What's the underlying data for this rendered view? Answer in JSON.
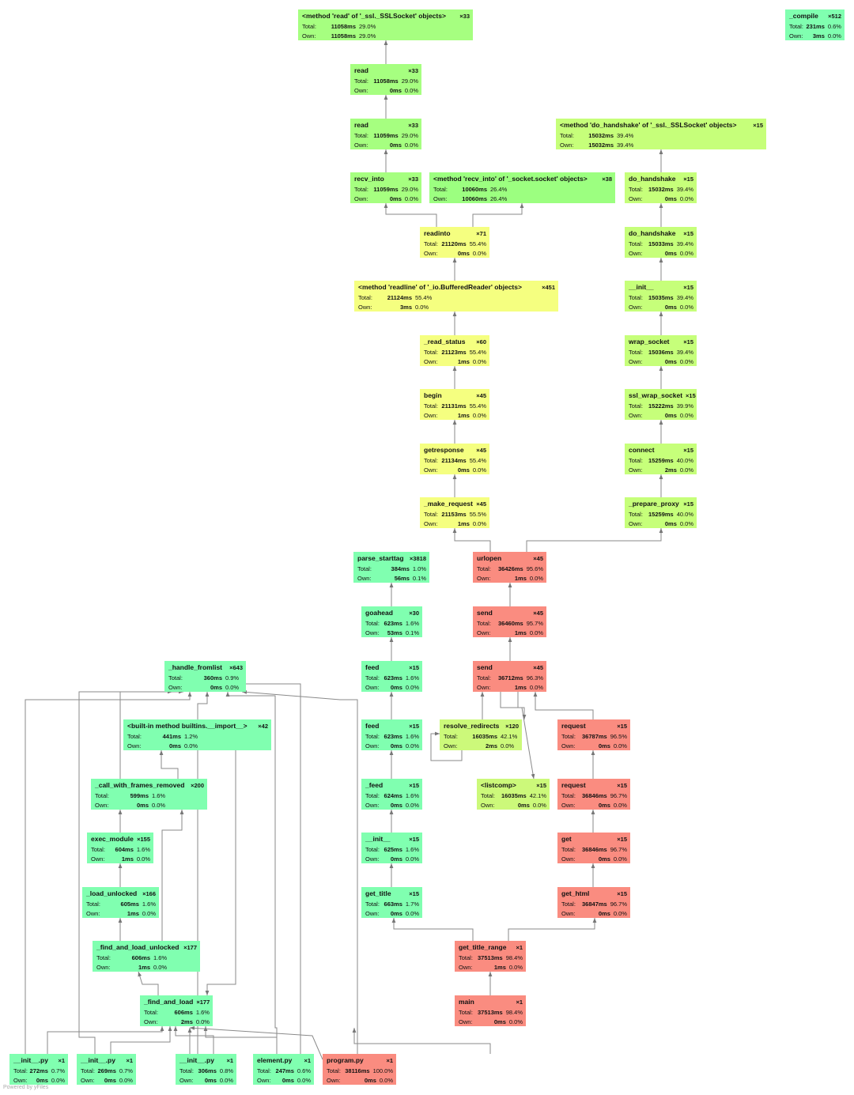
{
  "labels": {
    "total": "Total:",
    "own": "Own:"
  },
  "footer": "Powered by yFiles",
  "nodes": [
    {
      "id": "ssl_read",
      "name": "<method 'read' of '_ssl._SSLSocket' objects>",
      "count": "×33",
      "total_ms": "11058ms",
      "total_pct": "29.0%",
      "own_ms": "11058ms",
      "own_pct": "29.0%",
      "color": "#a6ff80"
    },
    {
      "id": "compile",
      "name": "_compile",
      "count": "×512",
      "total_ms": "231ms",
      "total_pct": "0.6%",
      "own_ms": "3ms",
      "own_pct": "0.0%",
      "color": "#80ffb0"
    },
    {
      "id": "read1",
      "name": "read",
      "count": "×33",
      "total_ms": "11058ms",
      "total_pct": "29.0%",
      "own_ms": "0ms",
      "own_pct": "0.0%",
      "color": "#a6ff80"
    },
    {
      "id": "read2",
      "name": "read",
      "count": "×33",
      "total_ms": "11059ms",
      "total_pct": "29.0%",
      "own_ms": "0ms",
      "own_pct": "0.0%",
      "color": "#a6ff80"
    },
    {
      "id": "do_handshake_m",
      "name": "<method 'do_handshake' of '_ssl._SSLSocket' objects>",
      "count": "×15",
      "total_ms": "15032ms",
      "total_pct": "39.4%",
      "own_ms": "15032ms",
      "own_pct": "39.4%",
      "color": "#c6ff7a"
    },
    {
      "id": "recv_into",
      "name": "recv_into",
      "count": "×33",
      "total_ms": "11059ms",
      "total_pct": "29.0%",
      "own_ms": "0ms",
      "own_pct": "0.0%",
      "color": "#a6ff80"
    },
    {
      "id": "sock_recv_into",
      "name": "<method 'recv_into' of '_socket.socket' objects>",
      "count": "×38",
      "total_ms": "10060ms",
      "total_pct": "26.4%",
      "own_ms": "10060ms",
      "own_pct": "26.4%",
      "color": "#9cff80"
    },
    {
      "id": "do_handshake1",
      "name": "do_handshake",
      "count": "×15",
      "total_ms": "15032ms",
      "total_pct": "39.4%",
      "own_ms": "0ms",
      "own_pct": "0.0%",
      "color": "#c6ff7a"
    },
    {
      "id": "readinto",
      "name": "readinto",
      "count": "×71",
      "total_ms": "21120ms",
      "total_pct": "55.4%",
      "own_ms": "0ms",
      "own_pct": "0.0%",
      "color": "#f5ff80"
    },
    {
      "id": "do_handshake2",
      "name": "do_handshake",
      "count": "×15",
      "total_ms": "15033ms",
      "total_pct": "39.4%",
      "own_ms": "0ms",
      "own_pct": "0.0%",
      "color": "#c6ff7a"
    },
    {
      "id": "readline",
      "name": "<method 'readline' of '_io.BufferedReader' objects>",
      "count": "×451",
      "total_ms": "21124ms",
      "total_pct": "55.4%",
      "own_ms": "3ms",
      "own_pct": "0.0%",
      "color": "#f5ff80"
    },
    {
      "id": "init_ssl",
      "name": "__init__",
      "count": "×15",
      "total_ms": "15035ms",
      "total_pct": "39.4%",
      "own_ms": "0ms",
      "own_pct": "0.0%",
      "color": "#c6ff7a"
    },
    {
      "id": "read_status",
      "name": "_read_status",
      "count": "×60",
      "total_ms": "21123ms",
      "total_pct": "55.4%",
      "own_ms": "1ms",
      "own_pct": "0.0%",
      "color": "#f5ff80"
    },
    {
      "id": "wrap_socket",
      "name": "wrap_socket",
      "count": "×15",
      "total_ms": "15036ms",
      "total_pct": "39.4%",
      "own_ms": "0ms",
      "own_pct": "0.0%",
      "color": "#c6ff7a"
    },
    {
      "id": "begin",
      "name": "begin",
      "count": "×45",
      "total_ms": "21131ms",
      "total_pct": "55.4%",
      "own_ms": "1ms",
      "own_pct": "0.0%",
      "color": "#f5ff80"
    },
    {
      "id": "ssl_wrap_socket",
      "name": "ssl_wrap_socket",
      "count": "×15",
      "total_ms": "15222ms",
      "total_pct": "39.9%",
      "own_ms": "0ms",
      "own_pct": "0.0%",
      "color": "#c6ff7a"
    },
    {
      "id": "getresponse",
      "name": "getresponse",
      "count": "×45",
      "total_ms": "21134ms",
      "total_pct": "55.4%",
      "own_ms": "0ms",
      "own_pct": "0.0%",
      "color": "#f5ff80"
    },
    {
      "id": "connect",
      "name": "connect",
      "count": "×15",
      "total_ms": "15259ms",
      "total_pct": "40.0%",
      "own_ms": "2ms",
      "own_pct": "0.0%",
      "color": "#c6ff7a"
    },
    {
      "id": "make_request",
      "name": "_make_request",
      "count": "×45",
      "total_ms": "21153ms",
      "total_pct": "55.5%",
      "own_ms": "1ms",
      "own_pct": "0.0%",
      "color": "#f5ff80"
    },
    {
      "id": "prepare_proxy",
      "name": "_prepare_proxy",
      "count": "×15",
      "total_ms": "15259ms",
      "total_pct": "40.0%",
      "own_ms": "0ms",
      "own_pct": "0.0%",
      "color": "#c6ff7a"
    },
    {
      "id": "parse_starttag",
      "name": "parse_starttag",
      "count": "×3818",
      "total_ms": "384ms",
      "total_pct": "1.0%",
      "own_ms": "56ms",
      "own_pct": "0.1%",
      "color": "#80ffb0"
    },
    {
      "id": "urlopen",
      "name": "urlopen",
      "count": "×45",
      "total_ms": "36426ms",
      "total_pct": "95.6%",
      "own_ms": "1ms",
      "own_pct": "0.0%",
      "color": "#fa8c80"
    },
    {
      "id": "goahead",
      "name": "goahead",
      "count": "×30",
      "total_ms": "623ms",
      "total_pct": "1.6%",
      "own_ms": "53ms",
      "own_pct": "0.1%",
      "color": "#80ffb0"
    },
    {
      "id": "send1",
      "name": "send",
      "count": "×45",
      "total_ms": "36460ms",
      "total_pct": "95.7%",
      "own_ms": "1ms",
      "own_pct": "0.0%",
      "color": "#fa8c80"
    },
    {
      "id": "handle_fromlist",
      "name": "_handle_fromlist",
      "count": "×643",
      "total_ms": "360ms",
      "total_pct": "0.9%",
      "own_ms": "0ms",
      "own_pct": "0.0%",
      "color": "#80ffb0"
    },
    {
      "id": "feed1",
      "name": "feed",
      "count": "×15",
      "total_ms": "623ms",
      "total_pct": "1.6%",
      "own_ms": "0ms",
      "own_pct": "0.0%",
      "color": "#80ffb0"
    },
    {
      "id": "send2",
      "name": "send",
      "count": "×45",
      "total_ms": "36712ms",
      "total_pct": "96.3%",
      "own_ms": "1ms",
      "own_pct": "0.0%",
      "color": "#fa8c80"
    },
    {
      "id": "builtin_import",
      "name": "<built-in method builtins.__import__>",
      "count": "×42",
      "total_ms": "441ms",
      "total_pct": "1.2%",
      "own_ms": "0ms",
      "own_pct": "0.0%",
      "color": "#80ffb0"
    },
    {
      "id": "feed2",
      "name": "feed",
      "count": "×15",
      "total_ms": "623ms",
      "total_pct": "1.6%",
      "own_ms": "0ms",
      "own_pct": "0.0%",
      "color": "#80ffb0"
    },
    {
      "id": "resolve_redirects",
      "name": "resolve_redirects",
      "count": "×120",
      "total_ms": "16035ms",
      "total_pct": "42.1%",
      "own_ms": "2ms",
      "own_pct": "0.0%",
      "color": "#ccf97a"
    },
    {
      "id": "request1",
      "name": "request",
      "count": "×15",
      "total_ms": "36787ms",
      "total_pct": "96.5%",
      "own_ms": "0ms",
      "own_pct": "0.0%",
      "color": "#fa8c80"
    },
    {
      "id": "call_frames",
      "name": "_call_with_frames_removed",
      "count": "×200",
      "total_ms": "599ms",
      "total_pct": "1.6%",
      "own_ms": "0ms",
      "own_pct": "0.0%",
      "color": "#80ffb0"
    },
    {
      "id": "_feed",
      "name": "_feed",
      "count": "×15",
      "total_ms": "624ms",
      "total_pct": "1.6%",
      "own_ms": "0ms",
      "own_pct": "0.0%",
      "color": "#80ffb0"
    },
    {
      "id": "listcomp",
      "name": "<listcomp>",
      "count": "×15",
      "total_ms": "16035ms",
      "total_pct": "42.1%",
      "own_ms": "0ms",
      "own_pct": "0.0%",
      "color": "#ccf97a"
    },
    {
      "id": "request2",
      "name": "request",
      "count": "×15",
      "total_ms": "36846ms",
      "total_pct": "96.7%",
      "own_ms": "0ms",
      "own_pct": "0.0%",
      "color": "#fa8c80"
    },
    {
      "id": "exec_module",
      "name": "exec_module",
      "count": "×155",
      "total_ms": "604ms",
      "total_pct": "1.6%",
      "own_ms": "1ms",
      "own_pct": "0.0%",
      "color": "#80ffb0"
    },
    {
      "id": "init_parser",
      "name": "__init__",
      "count": "×15",
      "total_ms": "625ms",
      "total_pct": "1.6%",
      "own_ms": "0ms",
      "own_pct": "0.0%",
      "color": "#80ffb0"
    },
    {
      "id": "get",
      "name": "get",
      "count": "×15",
      "total_ms": "36846ms",
      "total_pct": "96.7%",
      "own_ms": "0ms",
      "own_pct": "0.0%",
      "color": "#fa8c80"
    },
    {
      "id": "load_unlocked",
      "name": "_load_unlocked",
      "count": "×166",
      "total_ms": "605ms",
      "total_pct": "1.6%",
      "own_ms": "1ms",
      "own_pct": "0.0%",
      "color": "#80ffb0"
    },
    {
      "id": "get_title",
      "name": "get_title",
      "count": "×15",
      "total_ms": "663ms",
      "total_pct": "1.7%",
      "own_ms": "0ms",
      "own_pct": "0.0%",
      "color": "#80ffb0"
    },
    {
      "id": "get_html",
      "name": "get_html",
      "count": "×15",
      "total_ms": "36847ms",
      "total_pct": "96.7%",
      "own_ms": "0ms",
      "own_pct": "0.0%",
      "color": "#fa8c80"
    },
    {
      "id": "find_load_unlocked",
      "name": "_find_and_load_unlocked",
      "count": "×177",
      "total_ms": "606ms",
      "total_pct": "1.6%",
      "own_ms": "1ms",
      "own_pct": "0.0%",
      "color": "#80ffb0"
    },
    {
      "id": "get_title_range",
      "name": "get_title_range",
      "count": "×1",
      "total_ms": "37513ms",
      "total_pct": "98.4%",
      "own_ms": "1ms",
      "own_pct": "0.0%",
      "color": "#fa8c80"
    },
    {
      "id": "find_and_load",
      "name": "_find_and_load",
      "count": "×177",
      "total_ms": "606ms",
      "total_pct": "1.6%",
      "own_ms": "2ms",
      "own_pct": "0.0%",
      "color": "#80ffb0"
    },
    {
      "id": "main",
      "name": "main",
      "count": "×1",
      "total_ms": "37513ms",
      "total_pct": "98.4%",
      "own_ms": "0ms",
      "own_pct": "0.0%",
      "color": "#fa8c80"
    },
    {
      "id": "init_py1",
      "name": "__init__.py",
      "count": "×1",
      "total_ms": "272ms",
      "total_pct": "0.7%",
      "own_ms": "0ms",
      "own_pct": "0.0%",
      "color": "#80ffb0"
    },
    {
      "id": "init_py2",
      "name": "__init__.py",
      "count": "×1",
      "total_ms": "269ms",
      "total_pct": "0.7%",
      "own_ms": "0ms",
      "own_pct": "0.0%",
      "color": "#80ffb0"
    },
    {
      "id": "init_py3",
      "name": "__init__.py",
      "count": "×1",
      "total_ms": "306ms",
      "total_pct": "0.8%",
      "own_ms": "0ms",
      "own_pct": "0.0%",
      "color": "#80ffb0"
    },
    {
      "id": "element_py",
      "name": "element.py",
      "count": "×1",
      "total_ms": "247ms",
      "total_pct": "0.6%",
      "own_ms": "0ms",
      "own_pct": "0.0%",
      "color": "#80ffb0"
    },
    {
      "id": "program_py",
      "name": "program.py",
      "count": "×1",
      "total_ms": "38116ms",
      "total_pct": "100.0%",
      "own_ms": "0ms",
      "own_pct": "0.0%",
      "color": "#fa8c80"
    }
  ]
}
